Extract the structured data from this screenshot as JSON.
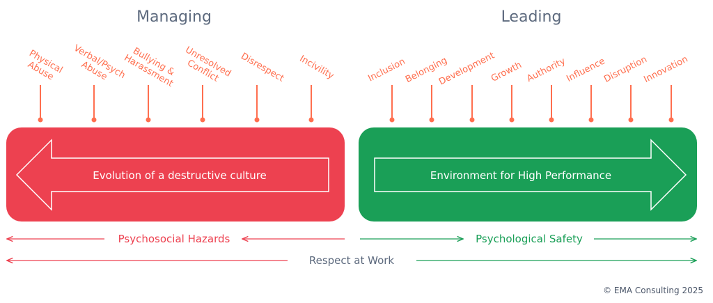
{
  "left": {
    "title": "Managing",
    "labels": [
      [
        "Physical",
        "Abuse"
      ],
      [
        "Verbal/Psych",
        "Abuse"
      ],
      [
        "Bullying &",
        "Harassment"
      ],
      [
        "Unresolved",
        "Conflict"
      ],
      [
        "Disrespect"
      ],
      [
        "Incivility"
      ]
    ],
    "box_text": "Evolution of a destructive culture",
    "arrow_label": "Psychosocial Hazards",
    "color": "#ed4150"
  },
  "right": {
    "title": "Leading",
    "labels": [
      "Inclusion",
      "Belonging",
      "Development",
      "Growth",
      "Authority",
      "Influence",
      "Disruption",
      "Innovation"
    ],
    "box_text": "Environment for High Performance",
    "arrow_label": "Psychological Safety",
    "color": "#1a9f57"
  },
  "bottom_label": "Respect at Work",
  "copyright": "© EMA Consulting 2025",
  "colors": {
    "pin": "#ff6f4f",
    "title": "#5d6a7e"
  }
}
